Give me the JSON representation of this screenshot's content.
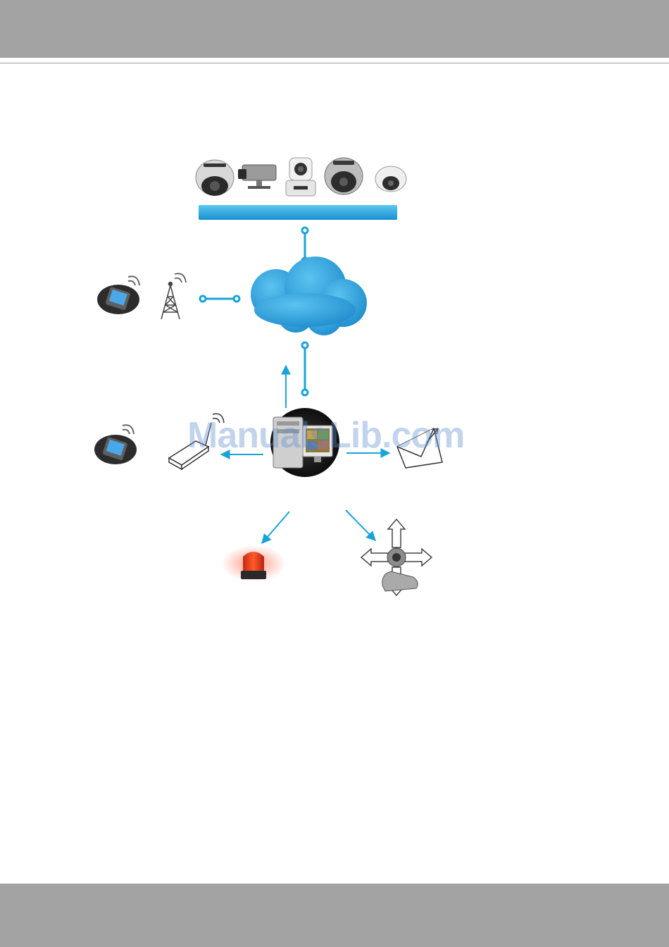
{
  "page": {
    "header_color": "#a3a3a3",
    "footer_color": "#a3a3a3",
    "accent": "#1aa3d9"
  },
  "watermark": {
    "text": "ManualsLib.com"
  },
  "diagram": {
    "nodes": [
      {
        "id": "dome-camera-1",
        "icon": "dome-camera-icon"
      },
      {
        "id": "box-camera",
        "icon": "box-camera-icon"
      },
      {
        "id": "ptz-camera",
        "icon": "ptz-camera-icon"
      },
      {
        "id": "dome-camera-2",
        "icon": "dome-camera-icon"
      },
      {
        "id": "dome-camera-3",
        "icon": "dome-camera-icon"
      },
      {
        "id": "camera-bus",
        "icon": "network-bar"
      },
      {
        "id": "internet-cloud",
        "icon": "cloud-icon"
      },
      {
        "id": "mobile-device-top",
        "icon": "pda-icon"
      },
      {
        "id": "cell-tower",
        "icon": "tower-icon"
      },
      {
        "id": "vms-server",
        "icon": "server-icon"
      },
      {
        "id": "mobile-device-bottom",
        "icon": "pda-icon"
      },
      {
        "id": "gsm-modem",
        "icon": "modem-icon"
      },
      {
        "id": "email",
        "icon": "envelope-icon"
      },
      {
        "id": "alarm-light",
        "icon": "siren-icon"
      },
      {
        "id": "ptz-control",
        "icon": "ptz-move-icon"
      }
    ]
  }
}
